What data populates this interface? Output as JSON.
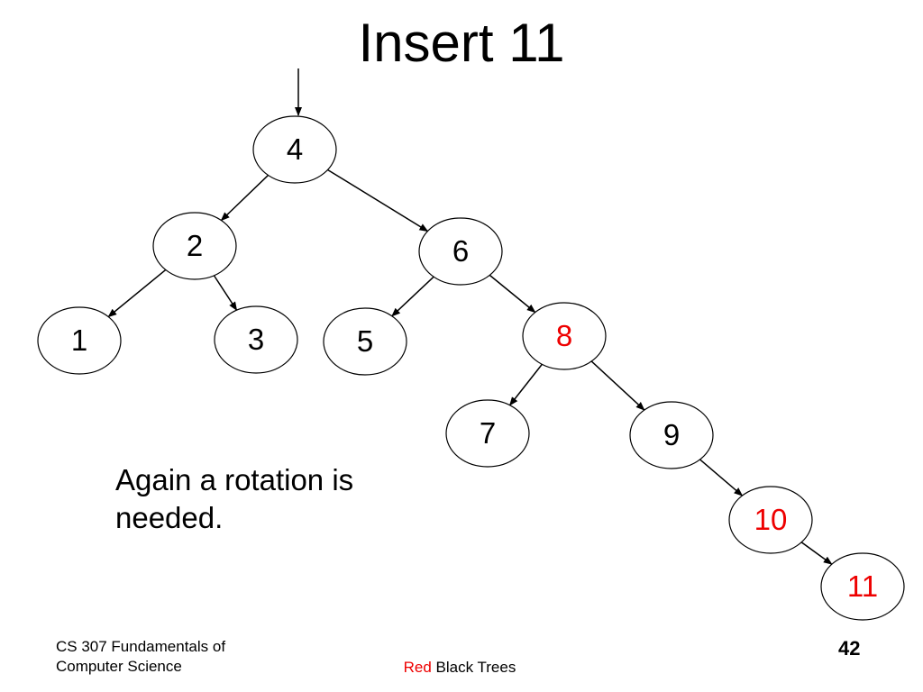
{
  "slide": {
    "title": "Insert 11",
    "caption": "Again a rotation is needed.",
    "footer": {
      "course": "CS 307 Fundamentals of Computer Science",
      "course_line1": "CS 307 Fundamentals of",
      "course_line2": "Computer Science",
      "topic_red_word": "Red",
      "topic_rest": " Black Trees",
      "page_number": "42"
    }
  },
  "colors": {
    "black": "#000000",
    "red": "#ee0000",
    "node_fill": "#ffffff"
  },
  "tree": {
    "root": "4",
    "nodes": [
      {
        "id": "4",
        "label": "4",
        "color": "black"
      },
      {
        "id": "2",
        "label": "2",
        "color": "black"
      },
      {
        "id": "6",
        "label": "6",
        "color": "black"
      },
      {
        "id": "1",
        "label": "1",
        "color": "black"
      },
      {
        "id": "3",
        "label": "3",
        "color": "black"
      },
      {
        "id": "5",
        "label": "5",
        "color": "black"
      },
      {
        "id": "8",
        "label": "8",
        "color": "red"
      },
      {
        "id": "7",
        "label": "7",
        "color": "black"
      },
      {
        "id": "9",
        "label": "9",
        "color": "black"
      },
      {
        "id": "10",
        "label": "10",
        "color": "red"
      },
      {
        "id": "11",
        "label": "11",
        "color": "red"
      }
    ],
    "edges": [
      {
        "from": "4",
        "to": "2"
      },
      {
        "from": "4",
        "to": "6"
      },
      {
        "from": "2",
        "to": "1"
      },
      {
        "from": "2",
        "to": "3"
      },
      {
        "from": "6",
        "to": "5"
      },
      {
        "from": "6",
        "to": "8"
      },
      {
        "from": "8",
        "to": "7"
      },
      {
        "from": "8",
        "to": "9"
      },
      {
        "from": "9",
        "to": "10"
      },
      {
        "from": "10",
        "to": "11"
      }
    ]
  }
}
